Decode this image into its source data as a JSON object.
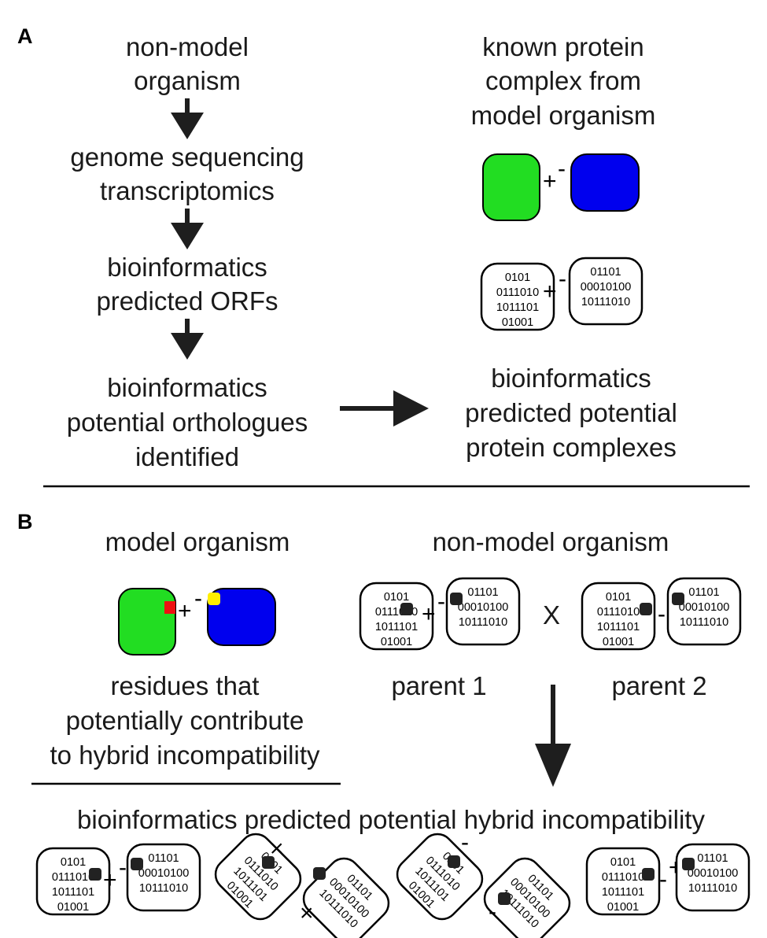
{
  "panel_a": {
    "label": "A",
    "left_steps": [
      [
        "non-model",
        "organism"
      ],
      [
        "genome sequencing",
        "transcriptomics"
      ],
      [
        "bioinformatics",
        "predicted ORFs"
      ],
      [
        "bioinformatics",
        "potential orthologues",
        "identified"
      ]
    ],
    "right_title": [
      "known protein",
      "complex from",
      "model organism"
    ],
    "right_result": [
      "bioinformatics",
      "predicted potential",
      "protein complexes"
    ]
  },
  "panel_b": {
    "label": "B",
    "model_title": "model organism",
    "nonmodel_title": "non-model organism",
    "residues_text": [
      "residues that",
      "potentially contribute",
      "to hybrid incompatibility"
    ],
    "cross_symbol": "X",
    "parent1": "parent 1",
    "parent2": "parent 2",
    "bottom_title": "bioinformatics predicted potential hybrid incompatibility"
  },
  "symbols": {
    "plus": "+",
    "minus": "-",
    "incompatible": "×"
  },
  "protein_a_bits": [
    "0101",
    "0111010",
    "1011101",
    "01001"
  ],
  "protein_b_bits": [
    "01101",
    "00010100",
    "10111010"
  ],
  "colors": {
    "protein_a": "#22dd22",
    "protein_b": "#0000ee",
    "residue_a": "#ee1111",
    "residue_b": "#ffee00",
    "residue_generic": "#222222"
  }
}
